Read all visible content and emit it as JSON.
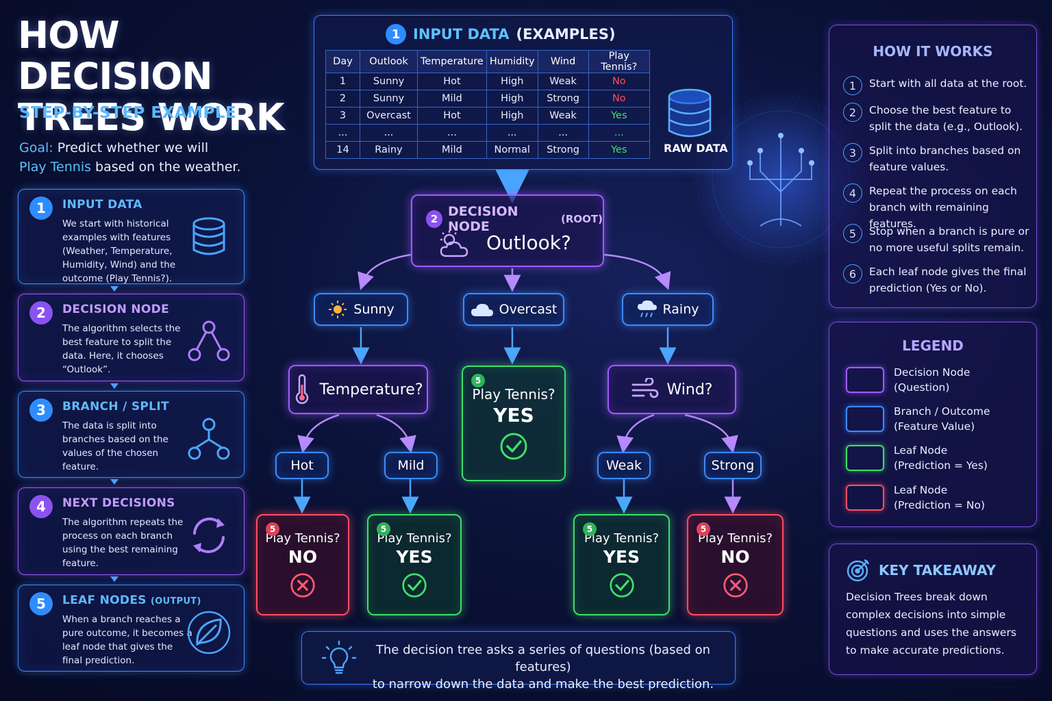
{
  "header": {
    "title_line1": "HOW DECISION",
    "title_line2": "TREES WORK",
    "subtitle": "STEP-BY-STEP EXAMPLE",
    "goal_label": "Goal:",
    "goal_text_1": "Predict whether we will",
    "goal_highlight": "Play Tennis",
    "goal_text_2": "based on the weather."
  },
  "steps": [
    {
      "num": "1",
      "title": "INPUT DATA",
      "title_suffix": "",
      "desc": "We start with historical examples with features (Weather, Temperature, Humidity, Wind) and the outcome (Play Tennis?).",
      "icon": "database-icon"
    },
    {
      "num": "2",
      "title": "DECISION NODE",
      "title_suffix": "",
      "desc": "The algorithm selects the best feature to split the data. Here, it chooses “Outlook”.",
      "icon": "tree-nodes-icon"
    },
    {
      "num": "3",
      "title": "BRANCH / SPLIT",
      "title_suffix": "",
      "desc": "The data is split into branches based on the values of the chosen feature.",
      "icon": "branch-icon"
    },
    {
      "num": "4",
      "title": "NEXT DECISIONS",
      "title_suffix": "",
      "desc": "The algorithm repeats the process on each branch using the best remaining feature.",
      "icon": "cycle-arrows-icon"
    },
    {
      "num": "5",
      "title": "LEAF NODES",
      "title_suffix": "(OUTPUT)",
      "desc": "When a branch reaches a pure outcome, it becomes a leaf node that gives the final prediction.",
      "icon": "leaf-icon"
    }
  ],
  "input_panel": {
    "num": "1",
    "title": "INPUT DATA",
    "title_paren": "(EXAMPLES)",
    "raw_label": "RAW DATA",
    "columns": [
      "Day",
      "Outlook",
      "Temperature",
      "Humidity",
      "Wind",
      "Play Tennis?"
    ],
    "rows": [
      [
        "1",
        "Sunny",
        "Hot",
        "High",
        "Weak",
        "No"
      ],
      [
        "2",
        "Sunny",
        "Mild",
        "High",
        "Strong",
        "No"
      ],
      [
        "3",
        "Overcast",
        "Hot",
        "High",
        "Weak",
        "Yes"
      ],
      [
        "...",
        "...",
        "...",
        "...",
        "...",
        "..."
      ],
      [
        "14",
        "Rainy",
        "Mild",
        "Normal",
        "Strong",
        "Yes"
      ]
    ]
  },
  "tree": {
    "root_num": "2",
    "root_title": "DECISION NODE",
    "root_suffix": "(ROOT)",
    "root_question": "Outlook?",
    "branches": {
      "sunny": "Sunny",
      "overcast": "Overcast",
      "rainy": "Rainy"
    },
    "temp_question": "Temperature?",
    "wind_question": "Wind?",
    "sub_branches": {
      "hot": "Hot",
      "mild": "Mild",
      "weak": "Weak",
      "strong": "Strong"
    },
    "leaf_badge": "5",
    "leaf_question": "Play Tennis?",
    "yes": "YES",
    "no": "NO"
  },
  "how_it_works": {
    "title": "HOW IT WORKS",
    "items": [
      {
        "n": "1",
        "text": "Start with all data at the root."
      },
      {
        "n": "2",
        "text": "Choose the best feature to split the data (e.g., Outlook)."
      },
      {
        "n": "3",
        "text": "Split into branches based on feature values."
      },
      {
        "n": "4",
        "text": "Repeat the process on each branch with remaining features."
      },
      {
        "n": "5",
        "text": "Stop when a branch is pure or no more useful splits remain."
      },
      {
        "n": "6",
        "text": "Each leaf node gives the final prediction (Yes or No)."
      }
    ]
  },
  "legend": {
    "title": "LEGEND",
    "items": [
      {
        "line1": "Decision Node",
        "line2": "(Question)",
        "color": "#a05cff"
      },
      {
        "line1": "Branch / Outcome",
        "line2": "(Feature Value)",
        "color": "#3b8cff"
      },
      {
        "line1": "Leaf Node",
        "line2": "(Prediction = Yes)",
        "color": "#3ee06a"
      },
      {
        "line1": "Leaf Node",
        "line2": "(Prediction = No)",
        "color": "#ff4e64"
      }
    ]
  },
  "takeaway": {
    "title": "KEY TAKEAWAY",
    "text": "Decision Trees break down complex decisions into simple questions and uses the answers to make accurate predictions."
  },
  "bottom_note": {
    "line1": "The decision tree asks a series of questions (based on features)",
    "line2": "to narrow down the data and make the best prediction."
  },
  "colors": {
    "decision": "#a05cff",
    "branch": "#3b8cff",
    "yes": "#3ee06a",
    "no": "#ff4e64",
    "accent": "#5fc0ff"
  }
}
